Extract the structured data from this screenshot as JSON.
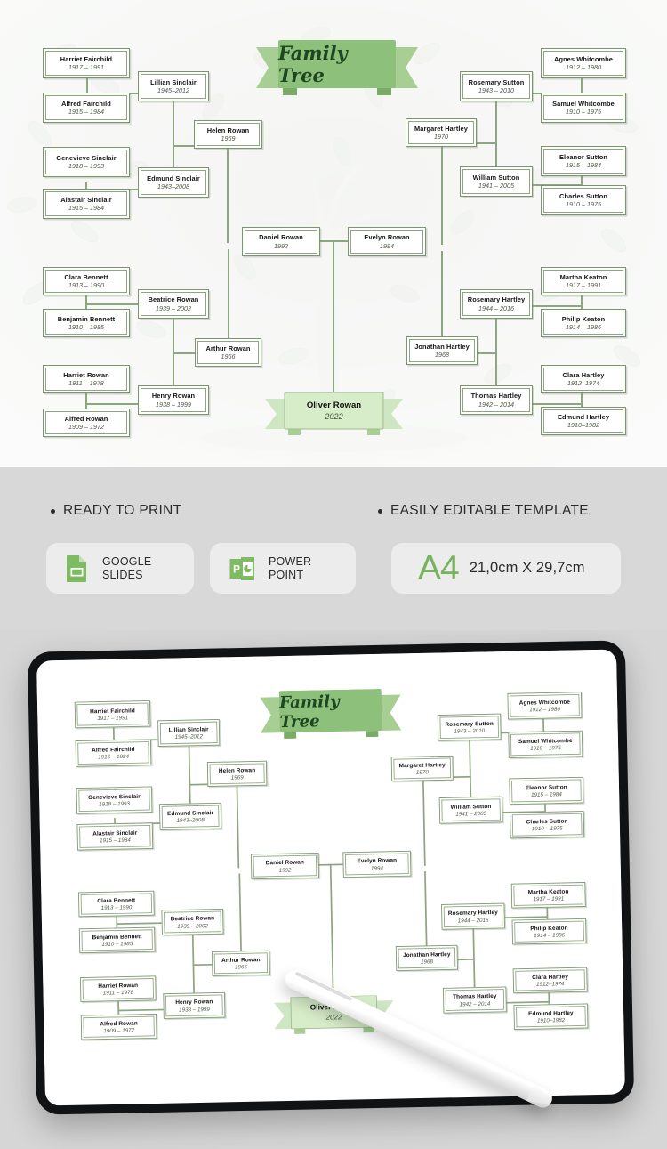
{
  "poster": {
    "title": "Family Tree",
    "root": {
      "name": "Oliver Rowan",
      "dates": "2022"
    },
    "nodes": [
      {
        "id": "harriet-fairchild",
        "name": "Harriet Fairchild",
        "dates": "1917 – 1991"
      },
      {
        "id": "alfred-fairchild",
        "name": "Alfred Fairchild",
        "dates": "1915 – 1984"
      },
      {
        "id": "genevieve-sinclair",
        "name": "Genevieve Sinclair",
        "dates": "1918 – 1993"
      },
      {
        "id": "alastair-sinclair",
        "name": "Alastair Sinclair",
        "dates": "1915 – 1984"
      },
      {
        "id": "lillian-sinclair",
        "name": "Lillian Sinclair",
        "dates": "1945–2012"
      },
      {
        "id": "edmund-sinclair",
        "name": "Edmund Sinclair",
        "dates": "1943–2008"
      },
      {
        "id": "helen-rowan",
        "name": "Helen Rowan",
        "dates": "1969"
      },
      {
        "id": "clara-bennett",
        "name": "Clara Bennett",
        "dates": "1913 – 1990"
      },
      {
        "id": "benjamin-bennett",
        "name": "Benjamin Bennett",
        "dates": "1910 – 1985"
      },
      {
        "id": "harriet-rowan",
        "name": "Harriet Rowan",
        "dates": "1911 – 1978"
      },
      {
        "id": "alfred-rowan",
        "name": "Alfred Rowan",
        "dates": "1909 – 1972"
      },
      {
        "id": "beatrice-rowan",
        "name": "Beatrice Rowan",
        "dates": "1939 – 2002"
      },
      {
        "id": "henry-rowan",
        "name": "Henry Rowan",
        "dates": "1938 – 1999"
      },
      {
        "id": "arthur-rowan",
        "name": "Arthur Rowan",
        "dates": "1966"
      },
      {
        "id": "daniel-rowan",
        "name": "Daniel Rowan",
        "dates": "1992"
      },
      {
        "id": "evelyn-rowan",
        "name": "Evelyn Rowan",
        "dates": "1994"
      },
      {
        "id": "agnes-whitcombe",
        "name": "Agnes Whitcombe",
        "dates": "1912 – 1980"
      },
      {
        "id": "samuel-whitcombe",
        "name": "Samuel Whitcombe",
        "dates": "1910 – 1975"
      },
      {
        "id": "eleanor-sutton",
        "name": "Eleanor Sutton",
        "dates": "1915 – 1984"
      },
      {
        "id": "charles-sutton",
        "name": "Charles Sutton",
        "dates": "1910 – 1975"
      },
      {
        "id": "rosemary-sutton",
        "name": "Rosemary Sutton",
        "dates": "1943 – 2010"
      },
      {
        "id": "william-sutton",
        "name": "William Sutton",
        "dates": "1941 – 2005"
      },
      {
        "id": "margaret-hartley",
        "name": "Margaret Hartley",
        "dates": "1970"
      },
      {
        "id": "martha-keaton",
        "name": "Martha Keaton",
        "dates": "1917 – 1991"
      },
      {
        "id": "philip-keaton",
        "name": "Philip Keaton",
        "dates": "1914 – 1986"
      },
      {
        "id": "clara-hartley",
        "name": "Clara Hartley",
        "dates": "1912–1974"
      },
      {
        "id": "edmund-hartley",
        "name": "Edmund Hartley",
        "dates": "1910–1982"
      },
      {
        "id": "rosemary-hartley",
        "name": "Rosemary Hartley",
        "dates": "1944 – 2016"
      },
      {
        "id": "thomas-hartley",
        "name": "Thomas Hartley",
        "dates": "1942 – 2014"
      },
      {
        "id": "jonathan-hartley",
        "name": "Jonathan Hartley",
        "dates": "1968"
      }
    ]
  },
  "band": {
    "feature_left": "READY TO PRINT",
    "feature_right": "EASILY EDITABLE TEMPLATE",
    "chips": [
      {
        "id": "google-slides",
        "line1": "GOOGLE",
        "line2": "SLIDES",
        "icon": "google-slides-icon"
      },
      {
        "id": "power-point",
        "line1": "POWER",
        "line2": "POINT",
        "icon": "powerpoint-icon"
      }
    ],
    "size_chip": {
      "label": "A4",
      "dimensions": "21,0cm X 29,7cm"
    }
  },
  "colors": {
    "accent_green": "#8ea582",
    "banner_green": "#8dc07a",
    "banner_text": "#1e4620",
    "icon_green": "#78b25e",
    "poster_bg": "#ffffff",
    "band_bg": "#d8d8d8",
    "page_bg": "#d6d6d6",
    "bezel": "#111214"
  }
}
